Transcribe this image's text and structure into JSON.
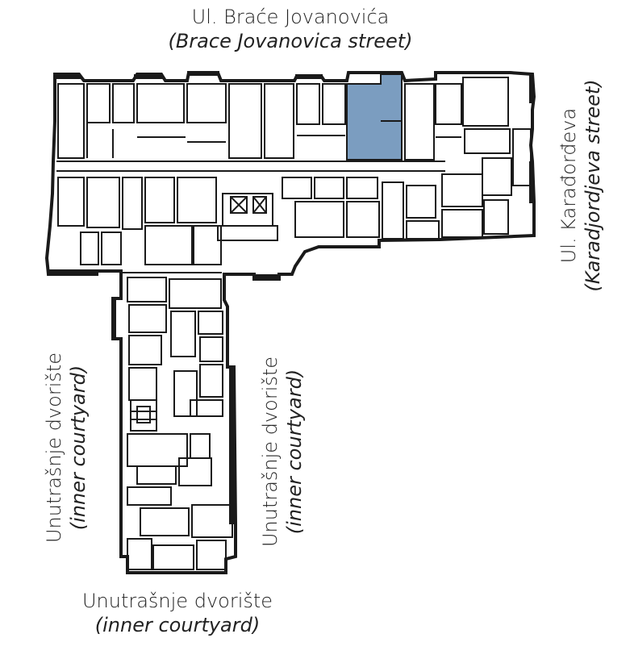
{
  "labels": {
    "top": {
      "line1": "Ul. Braće Jovanovića",
      "line2": "(Brace Jovanovica street)"
    },
    "right": {
      "line1": "Ul. Karađorđeva",
      "line2": "(Karadjordjeva street)"
    },
    "left": {
      "line1": "Unutrašnje dvorište",
      "line2": "(inner courtyard)"
    },
    "middle": {
      "line1": "Unutrašnje dvorište",
      "line2": "(inner courtyard)"
    },
    "bottom": {
      "line1": "Unutrašnje dvorište",
      "line2": "(inner courtyard)"
    }
  },
  "colors": {
    "wall": "#1a1a1a",
    "highlight": "#7b9dc0",
    "background": "#ffffff"
  }
}
